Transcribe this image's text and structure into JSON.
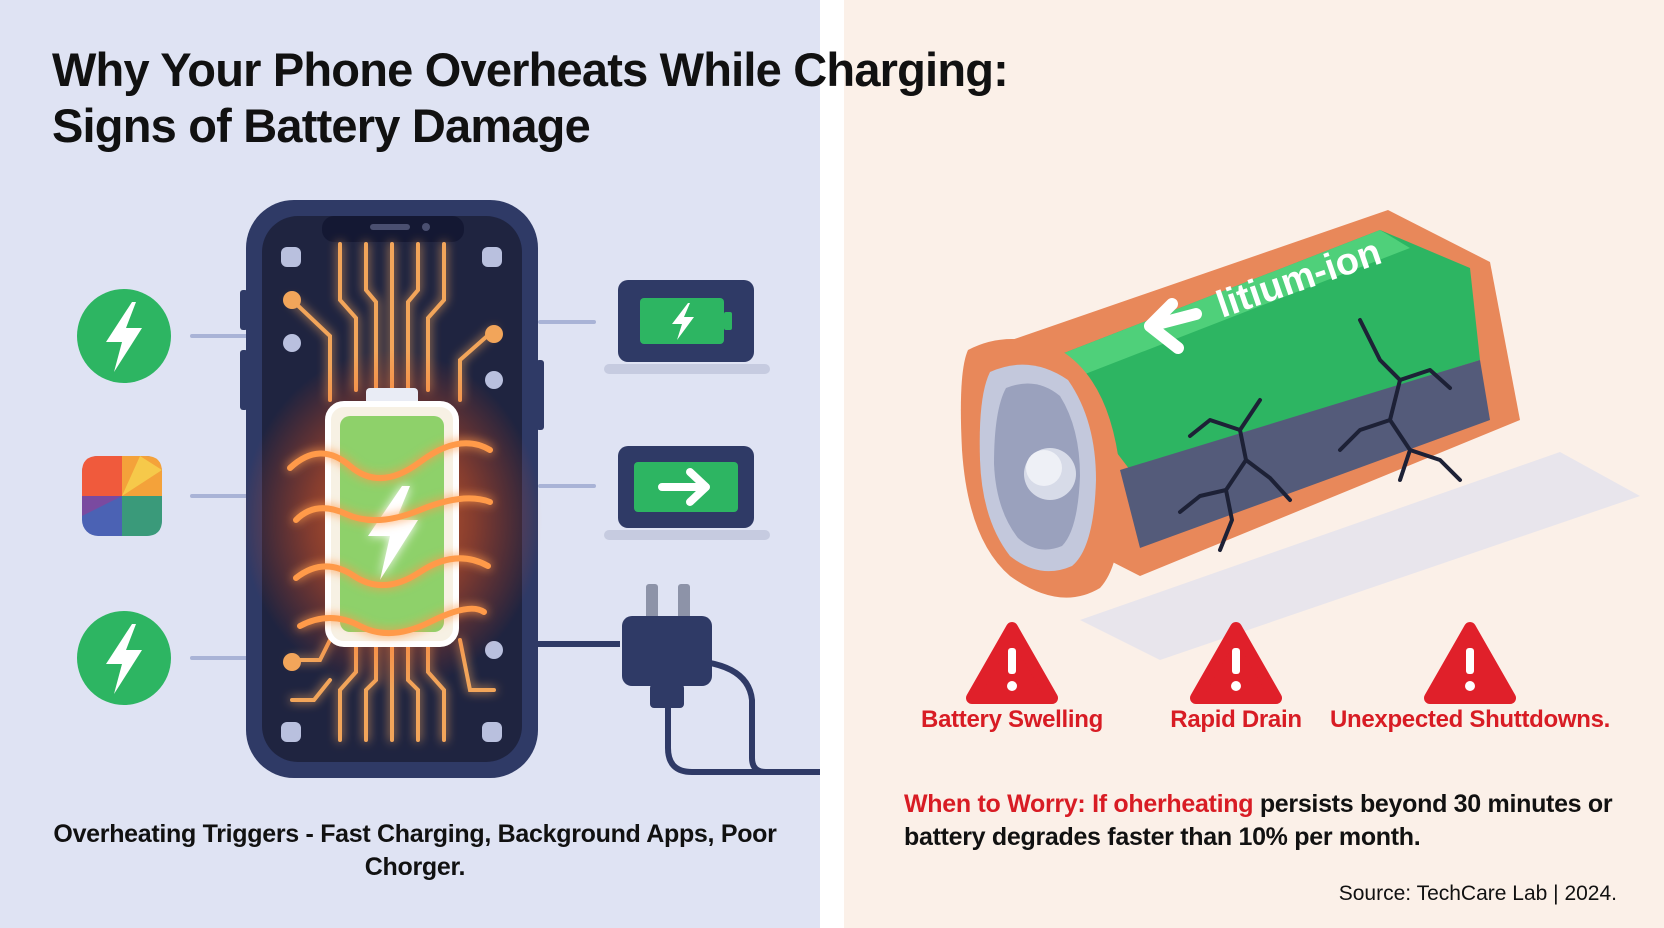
{
  "title": {
    "line1": "Why Your Phone Overheats While Charging:",
    "line2": "Signs of Battery Damage"
  },
  "left": {
    "icons": [
      "lightning-icon",
      "color-wheel-icon",
      "lightning-icon"
    ],
    "side_icons": [
      "battery-charging-icon",
      "arrow-right-icon"
    ],
    "caption": "Overheating Triggers - Fast Charging, Background Apps, Poor Chorger."
  },
  "right": {
    "battery_label": "litium-ion",
    "warnings": [
      "Battery Swelling",
      "Rapid Drain",
      "Unexpected Shuttdowns."
    ],
    "worry_lead": "When to Worry: If oherheating",
    "worry_rest": " persists beyond 30 minutes or battery degrades faster than 10% per month.",
    "source": "Source: TechCare Lab | 2024."
  },
  "colors": {
    "green": "#2db562",
    "red": "#e0202a",
    "navy": "#2f3a66",
    "orange": "#e8885a"
  }
}
